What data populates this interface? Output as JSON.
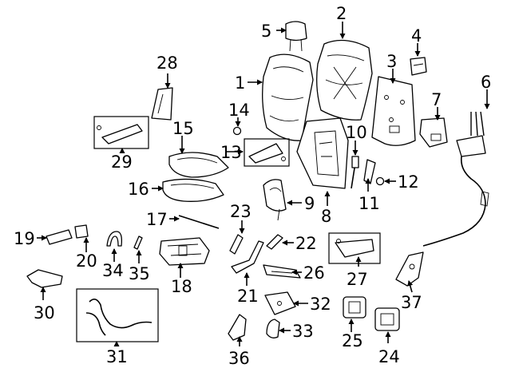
{
  "diagram": {
    "labels": [
      "1",
      "2",
      "3",
      "4",
      "5",
      "6",
      "7",
      "8",
      "9",
      "10",
      "11",
      "12",
      "13",
      "14",
      "15",
      "16",
      "17",
      "18",
      "19",
      "20",
      "21",
      "22",
      "23",
      "24",
      "25",
      "26",
      "27",
      "28",
      "29",
      "30",
      "31",
      "32",
      "33",
      "34",
      "35",
      "36",
      "37"
    ]
  }
}
